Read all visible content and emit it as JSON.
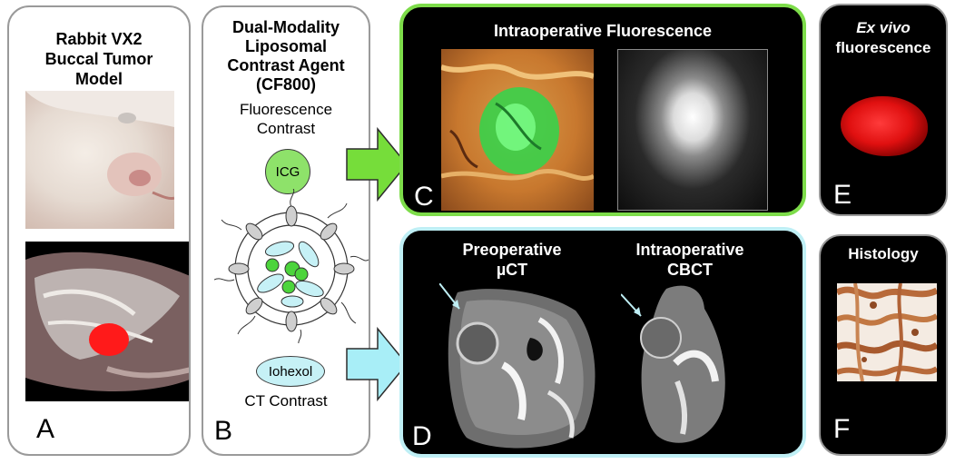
{
  "panels": {
    "a": {
      "title_lines": [
        "Rabbit VX2",
        "Buccal Tumor",
        "Model"
      ],
      "letter": "A"
    },
    "b": {
      "title_lines": [
        "Dual-Modality",
        "Liposomal",
        "Contrast Agent",
        "(CF800)"
      ],
      "fluorescence_lines": [
        "Fluorescence",
        "Contrast"
      ],
      "icg_label": "ICG",
      "iohexol_label": "Iohexol",
      "ct_label": "CT Contrast",
      "letter": "B"
    },
    "c": {
      "title": "Intraoperative Fluorescence",
      "letter": "C",
      "border_color": "#7ddc4a"
    },
    "d": {
      "label_left_lines": [
        "Preoperative",
        "µCT"
      ],
      "label_right_lines": [
        "Intraoperative",
        "CBCT"
      ],
      "letter": "D",
      "border_color": "#bfeff5"
    },
    "e": {
      "title_italic": "Ex vivo",
      "title_rest": "fluorescence",
      "letter": "E"
    },
    "f": {
      "title": "Histology",
      "letter": "F"
    }
  },
  "colors": {
    "fluorescence_arrow": "#76dd3a",
    "ct_arrow": "#a8eef7",
    "icg_circle": "#8ee26a",
    "iohexol_ellipse": "#c6f1f6"
  }
}
